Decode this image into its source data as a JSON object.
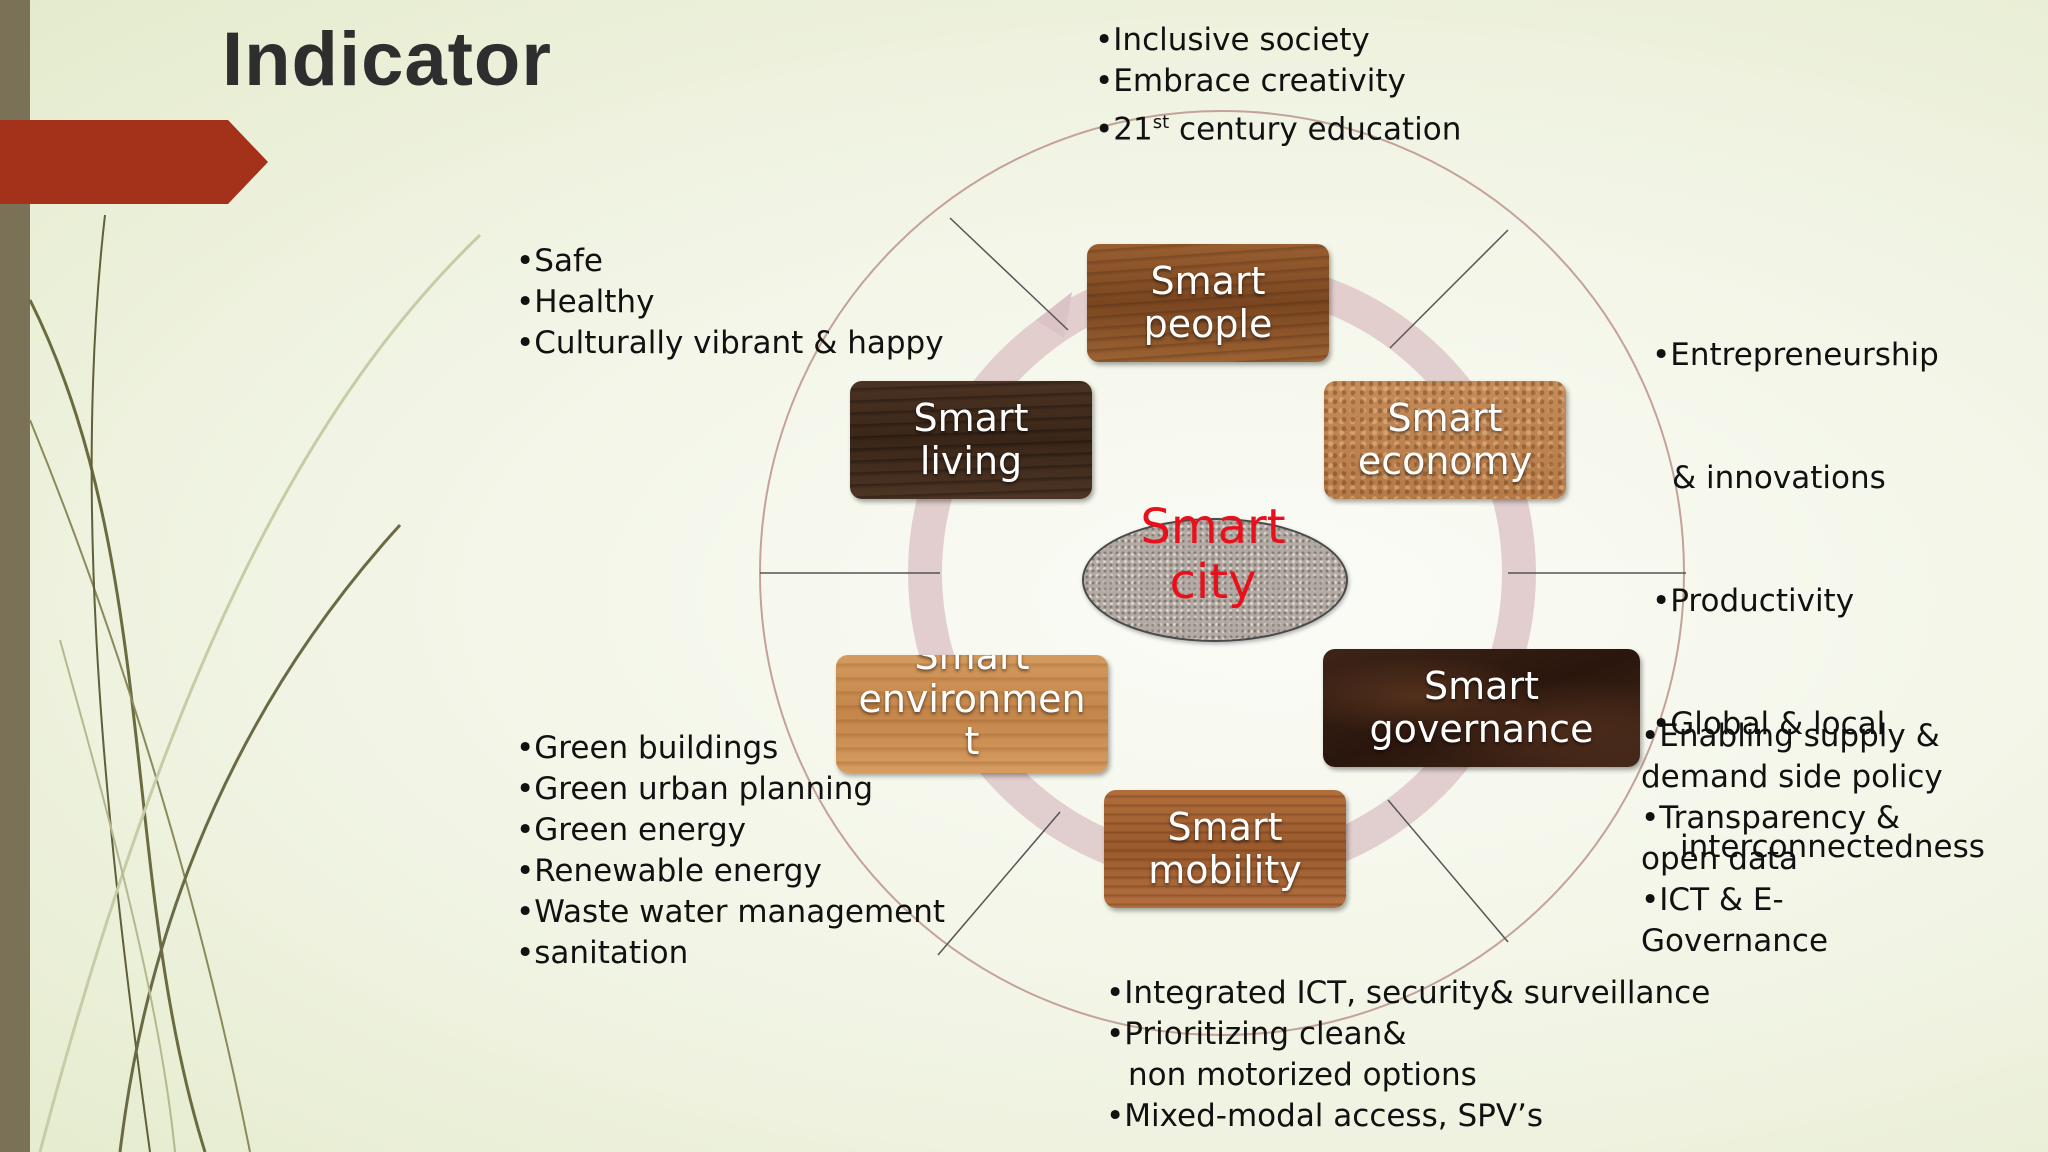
{
  "title": "Indicator",
  "center": {
    "line1": "Smart",
    "line2": "city"
  },
  "components": {
    "people": {
      "line1": "Smart",
      "line2": "people"
    },
    "economy": {
      "line1": "Smart",
      "line2": "economy"
    },
    "governance": {
      "line1": "Smart",
      "line2": "governance"
    },
    "mobility": {
      "line1": "Smart",
      "line2": "mobility"
    },
    "environment": {
      "line1": "Smart",
      "line2": "environmen",
      "line3": "t"
    },
    "living": {
      "line1": "Smart",
      "line2": "living"
    }
  },
  "indicators": {
    "people": [
      "•Inclusive society",
      "•Embrace creativity",
      "•21",
      "st",
      " century education"
    ],
    "economy": [
      "•Entrepreneurship",
      "  & innovations",
      "•Productivity",
      "•Global & local",
      "  interconnectedness"
    ],
    "governance": [
      "•Enabling supply &",
      "demand side policy",
      "•Transparency &",
      "open data",
      "•ICT & E-",
      "Governance"
    ],
    "mobility": [
      "•Integrated ICT, security& surveillance",
      "•Prioritizing clean&",
      "  non motorized options",
      "•Mixed-modal access, SPV’s"
    ],
    "environment": [
      "•Green buildings",
      "•Green urban planning",
      "•Green energy",
      "•Renewable energy",
      "•Waste water management",
      "•sanitation"
    ],
    "living": [
      "•Safe",
      "•Healthy",
      "•Culturally vibrant & happy"
    ]
  },
  "colors": {
    "accent_red": "#a4311a",
    "center_text": "#e8101a",
    "strip": "#7a7157",
    "ring": "#dcc3c6",
    "circle_outline": "#c4a29a"
  }
}
